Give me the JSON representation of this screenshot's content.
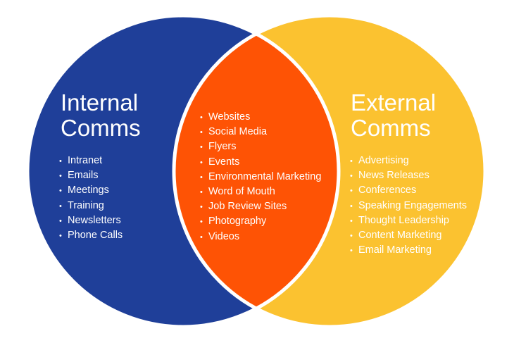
{
  "colors": {
    "internal": "#1f3f99",
    "external": "#fbc230",
    "overlap": "#fe5305",
    "outline": "#ffffff",
    "text": "#ffffff"
  },
  "internal": {
    "title_line1": "Internal",
    "title_line2": "Comms",
    "items": [
      "Intranet",
      "Emails",
      "Meetings",
      "Training",
      "Newsletters",
      "Phone Calls"
    ]
  },
  "overlap": {
    "items": [
      "Websites",
      "Social Media",
      "Flyers",
      "Events",
      "Environmental Marketing",
      "Word of Mouth",
      "Job Review Sites",
      "Photography",
      "Videos"
    ]
  },
  "external": {
    "title_line1": "External",
    "title_line2": "Comms",
    "items": [
      "Advertising",
      "News Releases",
      "Conferences",
      "Speaking Engagements",
      "Thought Leadership",
      "Content Marketing",
      "Email Marketing"
    ]
  }
}
